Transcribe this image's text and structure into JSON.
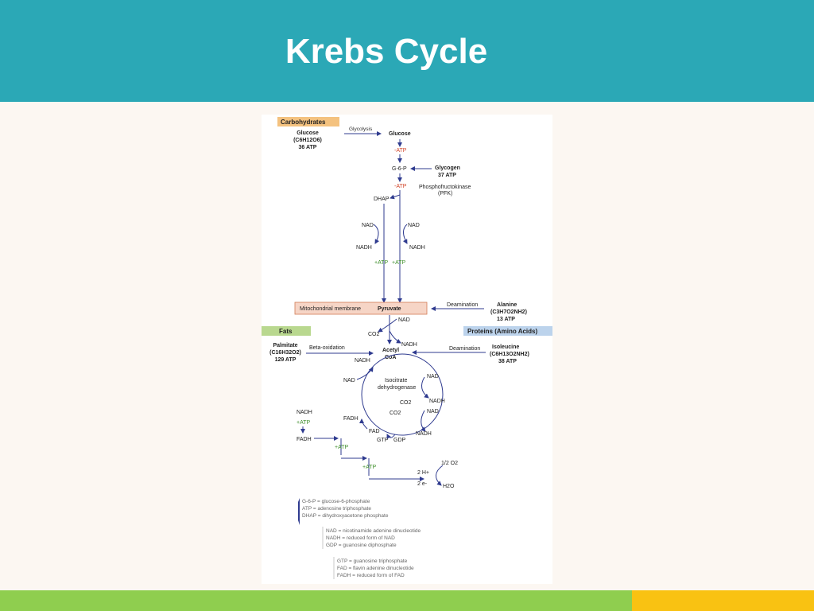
{
  "slide": {
    "title": "Krebs Cycle"
  },
  "colors": {
    "header": "#2ba8b6",
    "footer_green": "#8fce4f",
    "footer_yellow": "#f9c212",
    "arrow": "#2f3b8f",
    "atp_minus": "#d2462b",
    "atp_plus": "#3f8f2c",
    "carbs_box": "#f4c27f",
    "fats_box": "#b9d88f",
    "proteins_box": "#bcd3ec",
    "membrane_box": "#f6d5c6"
  },
  "diagram": {
    "carbohydrates": {
      "header": "Carbohydrates",
      "name": "Glucose",
      "formula": "(C6H12O6)",
      "atp": "36 ATP"
    },
    "glycolysis": "Glycolysis",
    "glucose": "Glucose",
    "minus_atp_1": "-ATP",
    "g6p": "G-6-P",
    "glycogen": {
      "name": "Glycogen",
      "atp": "37 ATP"
    },
    "minus_atp_2": "-ATP",
    "pfk": {
      "line1": "Phosphofructokinase",
      "line2": "(PFK)"
    },
    "dhap": "DHAP",
    "nad_left": "NAD",
    "nad_right": "NAD",
    "nadh_left": "NADH",
    "nadh_right": "NADH",
    "plus_atp_left": "+ATP",
    "plus_atp_right": "+ATP",
    "membrane": "Mitochondrial membrane",
    "pyruvate": "Pyruvate",
    "deamination_1": "Deamination",
    "alanine": {
      "name": "Alanine",
      "formula": "(C3H7O2NH2)",
      "atp": "13 ATP"
    },
    "pyr_nad": "NAD",
    "co2_1": "CO2",
    "pyr_nadh": "NADH",
    "fats": {
      "header": "Fats",
      "name": "Palmitate",
      "formula": "(C16H32O2)",
      "atp": "129 ATP"
    },
    "beta_oxidation": "Beta-oxidation",
    "acetyl_coa": {
      "line1": "Acetyl",
      "line2": "CoA"
    },
    "proteins": {
      "header": "Proteins (Amino Acids)"
    },
    "deamination_2": "Deamination",
    "isoleucine": {
      "name": "Isoleucine",
      "formula": "(C6H13O2NH2)",
      "atp": "38 ATP"
    },
    "cycle_nadh_top": "NADH",
    "cycle_nad_left": "NAD",
    "cycle_nad_right1": "NAD",
    "isocitrate": {
      "line1": "Isocitrate",
      "line2": "dehydrogenase"
    },
    "co2_2": "CO2",
    "cycle_nadh_right1": "NADH",
    "co2_3": "CO2",
    "cycle_nad_right2": "NAD",
    "fadh_cycle": "FADH",
    "fad": "FAD",
    "gtp": "GTP",
    "gdp": "GDP",
    "cycle_nadh_right2": "NADH",
    "etc_nadh": "NADH",
    "etc_plus_atp_1": "+ATP",
    "etc_fadh": "FADH",
    "etc_plus_atp_2": "+ATP",
    "etc_plus_atp_3": "+ATP",
    "half_o2": "1/2 O2",
    "two_h": "2 H+",
    "two_e": "2 e-",
    "h2o": "H2O",
    "legend": [
      {
        "lines": [
          "G-6-P = glucose-6-phosphate",
          "ATP    = adenosine triphosphate",
          "DHAP = dihydroxyacetone phosphate"
        ]
      },
      {
        "lines": [
          "NAD    = nicotinamide adenine dinucleotide",
          "NADH = reduced form of NAD",
          "GDP    = guanosine diphosphate"
        ]
      },
      {
        "lines": [
          "GTP    = guanosine triphosphate",
          "FAD     = flavin adenine dinucleotide",
          "FADH = reduced form of FAD"
        ]
      }
    ]
  }
}
